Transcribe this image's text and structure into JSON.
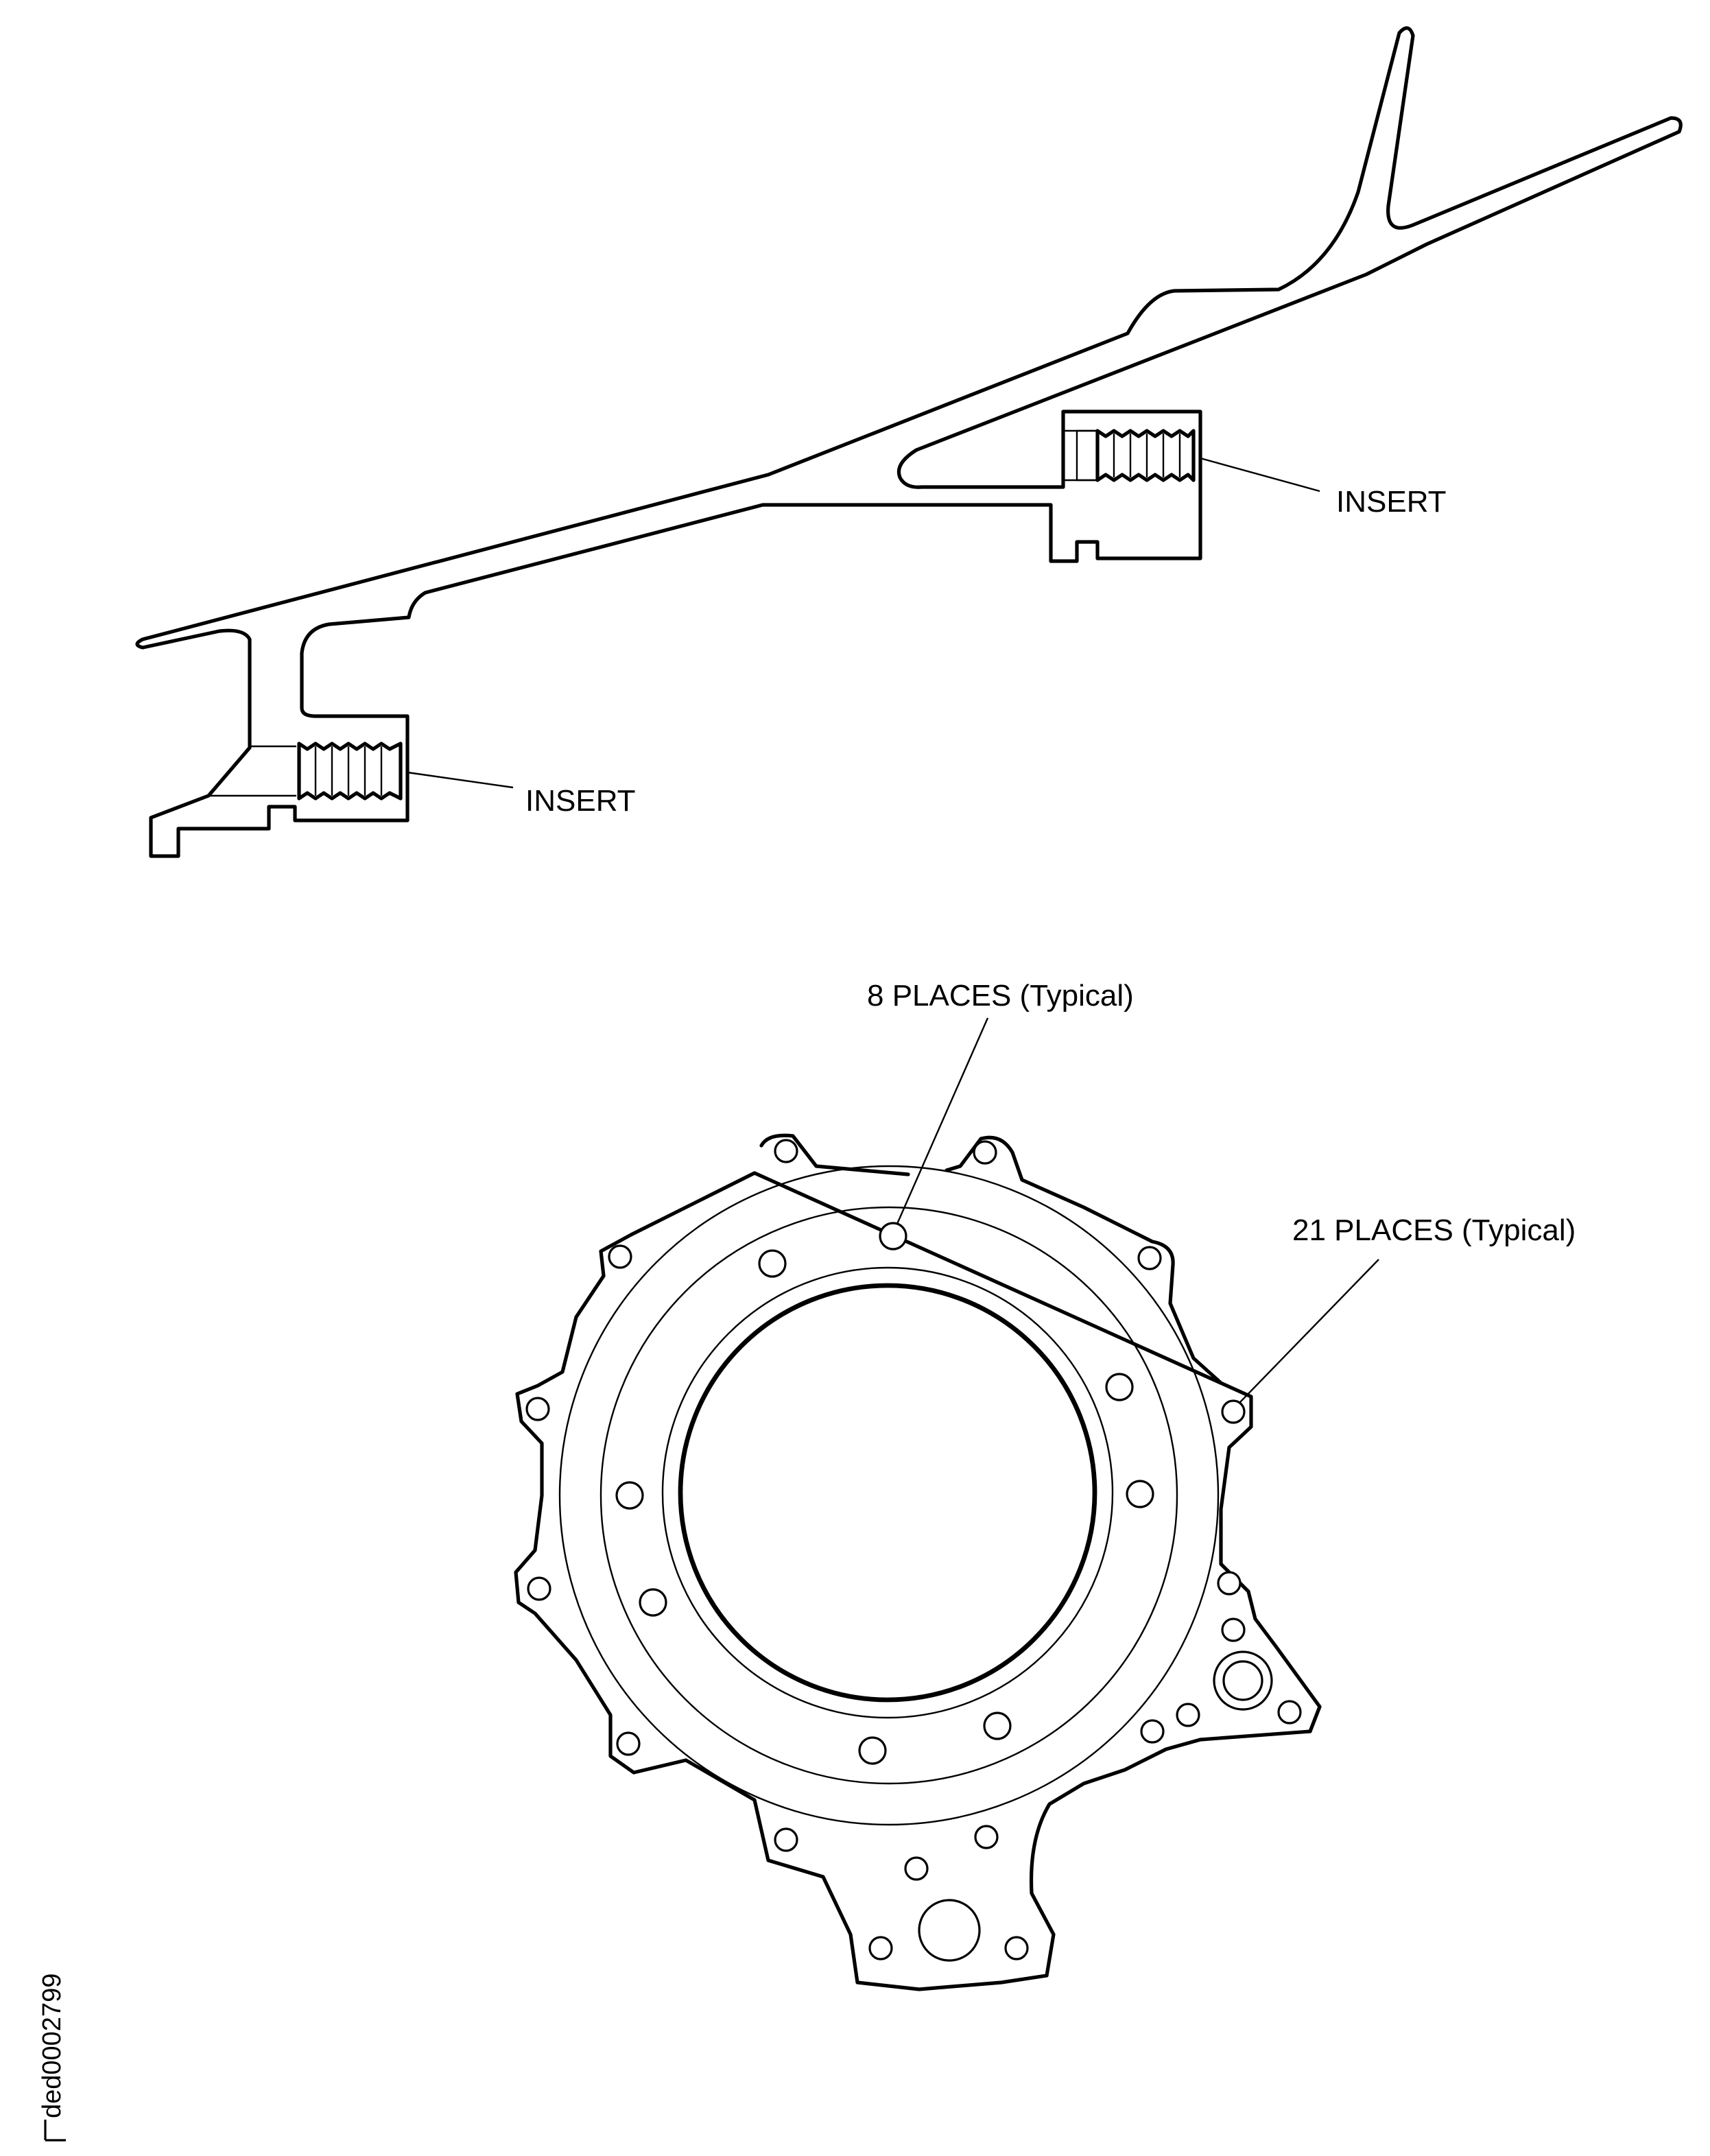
{
  "section_view": {
    "insert_label_upper": "INSERT",
    "insert_label_lower": "INSERT"
  },
  "flange_view": {
    "callout_ring_holes": "8 PLACES (Typical)",
    "callout_outer_holes": "21 PLACES (Typical)"
  },
  "figure_id": "ded0002799"
}
